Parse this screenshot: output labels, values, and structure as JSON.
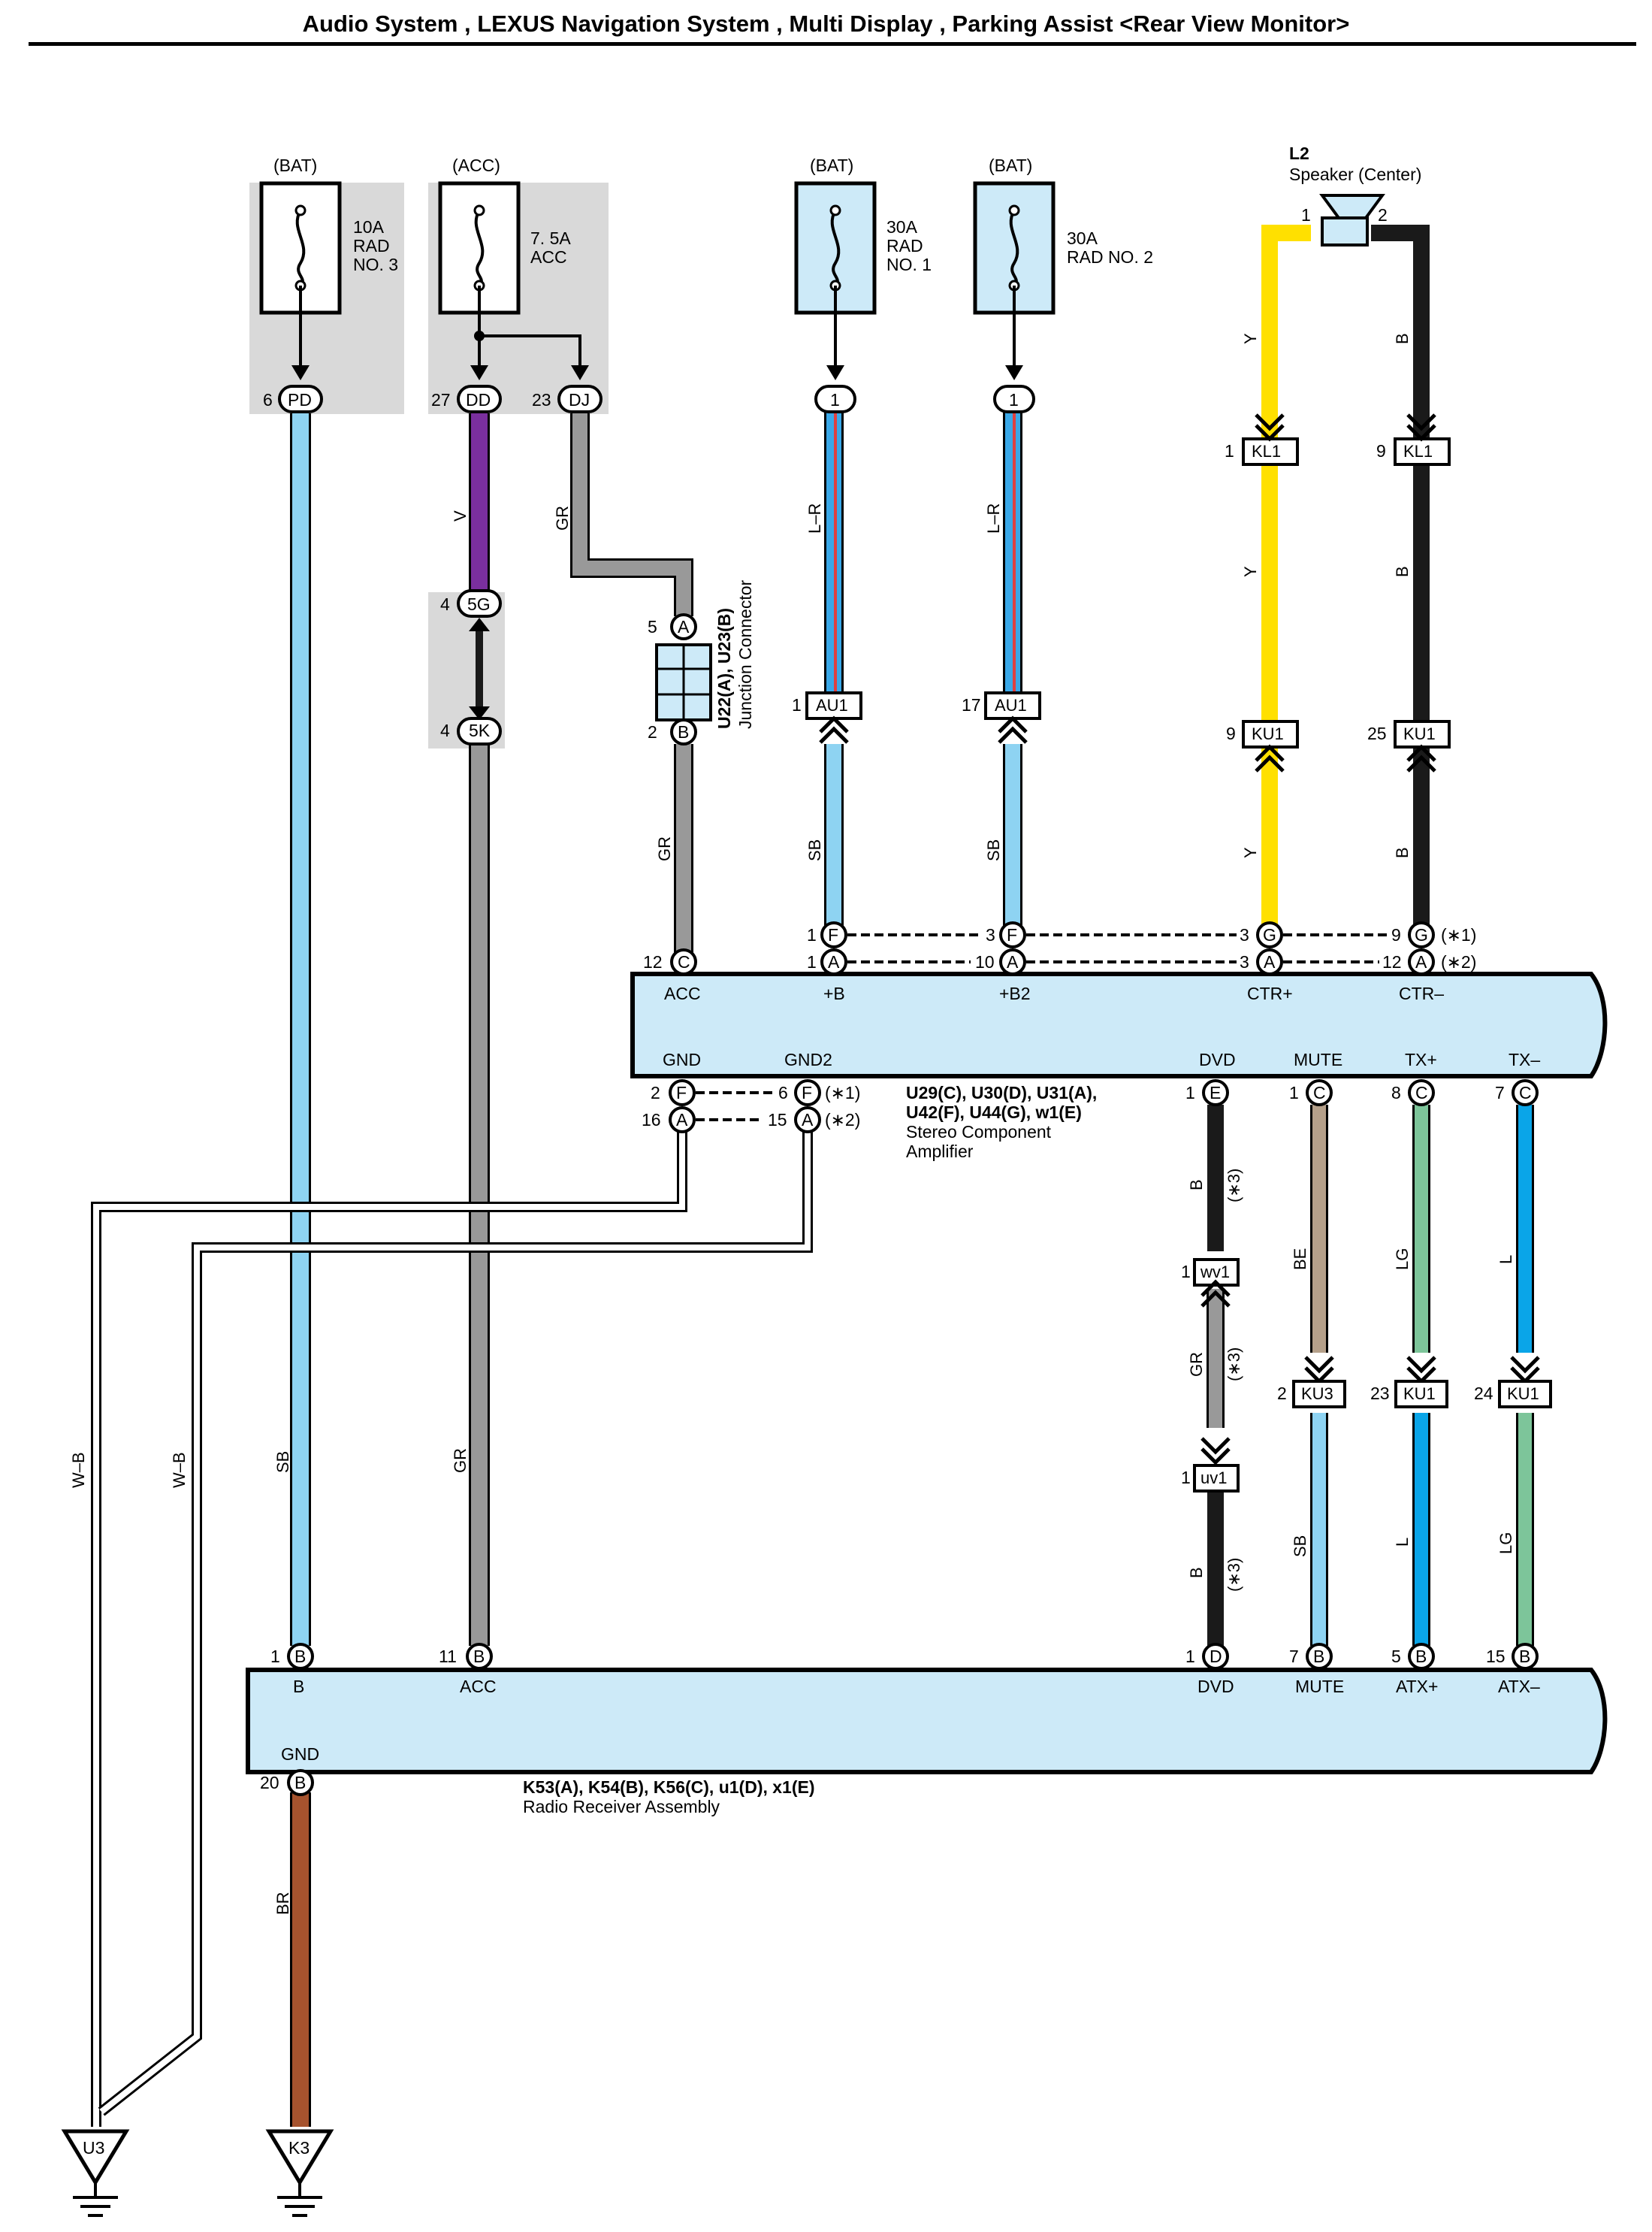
{
  "title": "Audio System , LEXUS Navigation System , Multi Display , Parking Assist <Rear View Monitor>",
  "fuses": [
    {
      "supply": "(BAT)",
      "l1": "10A",
      "l2": "RAD",
      "l3": "NO. 3",
      "pin": "6",
      "code": "PD"
    },
    {
      "supply": "(ACC)",
      "l1": "7. 5A",
      "l2": "ACC",
      "l3": "",
      "pin": "27",
      "code": "DD",
      "pin2": "23",
      "code2": "DJ"
    },
    {
      "supply": "(BAT)",
      "l1": "30A",
      "l2": "RAD",
      "l3": "NO. 1",
      "pin": "",
      "code": "1"
    },
    {
      "supply": "(BAT)",
      "l1": "30A",
      "l2": "RAD NO. 2",
      "l3": "",
      "pin": "",
      "code": "1"
    }
  ],
  "speaker": {
    "id": "L2",
    "name": "Speaker (Center)",
    "pin1": "1",
    "pin2": "2"
  },
  "wire_colors": {
    "Y": "#ffe000",
    "B": "#1a1a1a",
    "SB": "#8ed3f2",
    "V": "#7a2f9e",
    "GR": "#999999",
    "L": "#0aa5e8",
    "LG": "#7dc59a",
    "BE": "#b5a08a",
    "BR": "#a6532e",
    "L-R": "#3aa8e8",
    "W-B": "#ffffff"
  },
  "wire_labels": {
    "y": "Y",
    "b": "B",
    "sb": "SB",
    "v": "V",
    "gr": "GR",
    "lr": "L–R",
    "be": "BE",
    "lg": "LG",
    "l": "L",
    "br": "BR",
    "wb": "W–B",
    "s3": "(∗3)"
  },
  "connectors": {
    "kl1_1": {
      "pin": "1",
      "code": "KL1"
    },
    "kl1_9": {
      "pin": "9",
      "code": "KL1"
    },
    "ku1_9": {
      "pin": "9",
      "code": "KU1"
    },
    "ku1_25": {
      "pin": "25",
      "code": "KU1"
    },
    "au1_1": {
      "pin": "1",
      "code": "AU1"
    },
    "au1_17": {
      "pin": "17",
      "code": "AU1"
    },
    "c5g": {
      "pin": "4",
      "code": "5G"
    },
    "c5k": {
      "pin": "4",
      "code": "5K"
    },
    "wv1": {
      "pin": "1",
      "code": "wv1"
    },
    "uv1": {
      "pin": "1",
      "code": "uv1"
    },
    "ku3": {
      "pin": "2",
      "code": "KU3"
    },
    "ku1_23": {
      "pin": "23",
      "code": "KU1"
    },
    "ku1_24": {
      "pin": "24",
      "code": "KU1"
    }
  },
  "junction": {
    "line1": "U22(A), U23(B)",
    "line2": "Junction Connector",
    "pinA": "5",
    "codeA": "A",
    "pinB": "2",
    "codeB": "B"
  },
  "amplifier": {
    "ids1": "U29(C), U30(D), U31(A),",
    "ids2": "U42(F), U44(G), w1(E)",
    "name1": "Stereo Component",
    "name2": "Amplifier",
    "top_terms": [
      "ACC",
      "+B",
      "+B2",
      "CTR+",
      "CTR–"
    ],
    "bottom_terms": [
      "GND",
      "GND2",
      "DVD",
      "MUTE",
      "TX+",
      "TX–"
    ],
    "top_pins": {
      "acc": {
        "pin": "12",
        "code": "C"
      },
      "b_f": {
        "pin": "1",
        "code": "F"
      },
      "b_a": {
        "pin": "1",
        "code": "A"
      },
      "b2_f": {
        "pin": "3",
        "code": "F"
      },
      "b2_a": {
        "pin": "10",
        "code": "A"
      },
      "ctrp_g": {
        "pin": "3",
        "code": "G"
      },
      "ctrp_a": {
        "pin": "3",
        "code": "A"
      },
      "ctrm_g": {
        "pin": "9",
        "code": "G"
      },
      "ctrm_a": {
        "pin": "12",
        "code": "A"
      }
    },
    "bottom_pins": {
      "gnd_f": {
        "pin": "2",
        "code": "F"
      },
      "gnd_a": {
        "pin": "16",
        "code": "A"
      },
      "gnd2_f": {
        "pin": "6",
        "code": "F"
      },
      "gnd2_a": {
        "pin": "15",
        "code": "A"
      },
      "dvd": {
        "pin": "1",
        "code": "E"
      },
      "mute": {
        "pin": "1",
        "code": "C"
      },
      "txp": {
        "pin": "8",
        "code": "C"
      },
      "txm": {
        "pin": "7",
        "code": "C"
      }
    },
    "note1": "(∗1)",
    "note2": "(∗2)"
  },
  "receiver": {
    "ids": "K53(A), K54(B), K56(C), u1(D), x1(E)",
    "name": "Radio Receiver Assembly",
    "terms": [
      "B",
      "ACC",
      "DVD",
      "MUTE",
      "ATX+",
      "ATX–",
      "GND"
    ],
    "pins": {
      "b": {
        "pin": "1",
        "code": "B"
      },
      "acc": {
        "pin": "11",
        "code": "B"
      },
      "dvd": {
        "pin": "1",
        "code": "D"
      },
      "mute": {
        "pin": "7",
        "code": "B"
      },
      "atxp": {
        "pin": "5",
        "code": "B"
      },
      "atxm": {
        "pin": "15",
        "code": "B"
      },
      "gnd": {
        "pin": "20",
        "code": "B"
      }
    }
  },
  "grounds": [
    "U3",
    "K3"
  ]
}
